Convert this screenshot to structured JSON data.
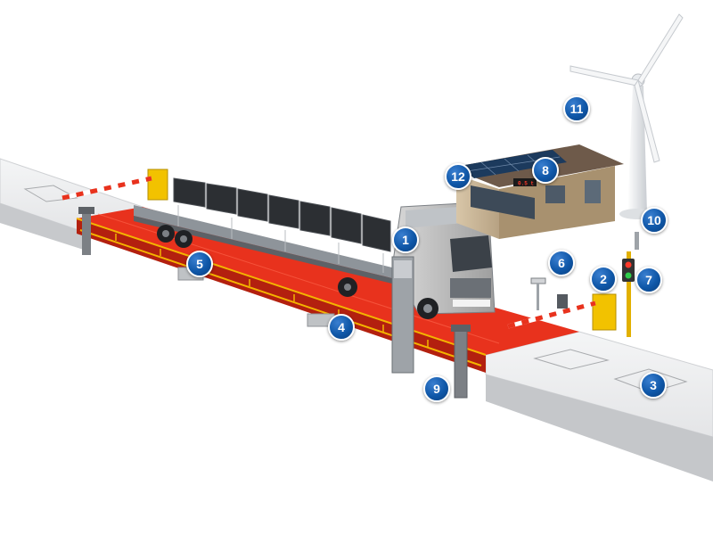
{
  "colors": {
    "platform": "#e8321d",
    "platform_dark": "#b3200f",
    "rail": "#f3b400",
    "road": "#e9eaec",
    "marker": "#0f57a8",
    "terminal": "#f2c200"
  },
  "booth_sign": "0.5 t",
  "markers": [
    {
      "id": 1,
      "label": "1"
    },
    {
      "id": 2,
      "label": "2"
    },
    {
      "id": 3,
      "label": "3"
    },
    {
      "id": 4,
      "label": "4"
    },
    {
      "id": 5,
      "label": "5"
    },
    {
      "id": 6,
      "label": "6"
    },
    {
      "id": 7,
      "label": "7"
    },
    {
      "id": 8,
      "label": "8"
    },
    {
      "id": 9,
      "label": "9"
    },
    {
      "id": 10,
      "label": "10"
    },
    {
      "id": 11,
      "label": "11"
    },
    {
      "id": 12,
      "label": "12"
    }
  ]
}
